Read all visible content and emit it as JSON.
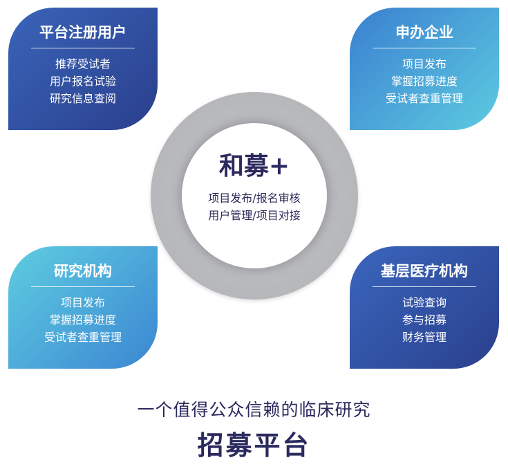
{
  "cards": {
    "platform_users": {
      "title": "平台注册用户",
      "items": [
        "推荐受试者",
        "用户报名试验",
        "研究信息查阅"
      ]
    },
    "sponsor": {
      "title": "申办企业",
      "items": [
        "项目发布",
        "掌握招募进度",
        "受试者查重管理"
      ]
    },
    "research_institution": {
      "title": "研究机构",
      "items": [
        "项目发布",
        "掌握招募进度",
        "受试者查重管理"
      ]
    },
    "primary_care": {
      "title": "基层医疗机构",
      "items": [
        "试验查询",
        "参与招募",
        "财务管理"
      ]
    }
  },
  "center": {
    "brand": "和募+",
    "lines": [
      "项目发布/报名审核",
      "用户管理/项目对接"
    ]
  },
  "footer": {
    "tagline": "一个值得公众信赖的临床研究",
    "headline": "招募平台"
  },
  "colors": {
    "navy": "#2a3f8c",
    "cyan": "#5dcbe0",
    "ring_gray": "#b6b7ba",
    "text_dark": "#2b2a5e"
  }
}
